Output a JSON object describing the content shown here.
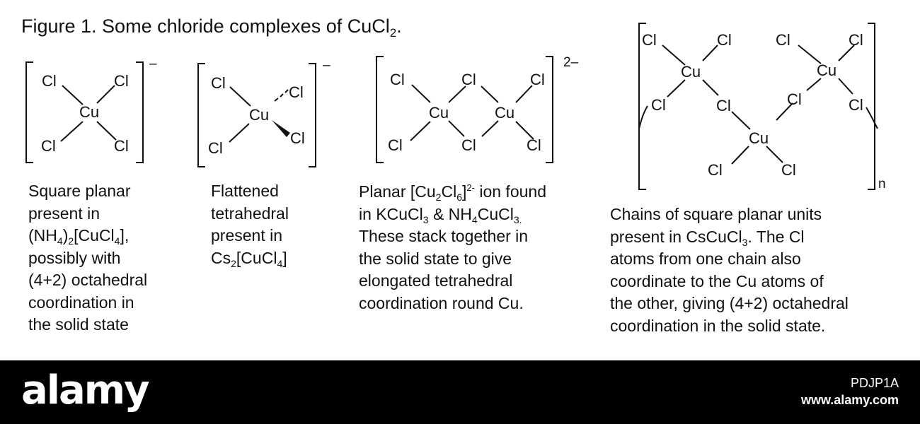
{
  "figure": {
    "title": "Figure 1.  Some chloride complexes of CuCl",
    "title_sub": "2",
    "title_end": ".",
    "atoms": {
      "cl": "Cl",
      "cu": "Cu"
    },
    "charges": {
      "minus": "–",
      "two_minus": "2–",
      "n": "n"
    },
    "captions": {
      "square_planar": [
        "Square planar",
        "present in",
        "(NH<sub>4</sub>)<sub>2</sub>[CuCl<sub>4</sub>],",
        "possibly with",
        "(4+2) octahedral",
        "coordination in",
        "the solid state"
      ],
      "flattened_tetrahedral": [
        "Flattened",
        "tetrahedral",
        "present in",
        "Cs<sub>2</sub>[CuCl<sub>4</sub>]"
      ],
      "planar_dimer": [
        "Planar [Cu<sub>2</sub>Cl<sub>6</sub>]<sup>2-</sup> ion found",
        "in KCuCl<sub>3</sub> &amp; NH<sub>4</sub>CuCl<sub>3.</sub>",
        "These stack together in",
        "the solid state to give",
        "elongated tetrahedral",
        "coordination round Cu."
      ],
      "chains": [
        "Chains of square planar units",
        "present in CsCuCl<sub>3</sub>.  The Cl",
        "atoms from one chain also",
        "coordinate to the Cu atoms of",
        "the other, giving (4+2) octahedral",
        "coordination in the solid state."
      ]
    }
  },
  "watermark": {
    "logo_text": "alamy",
    "image_id": "PDJP1A",
    "site": "www.alamy.com"
  }
}
